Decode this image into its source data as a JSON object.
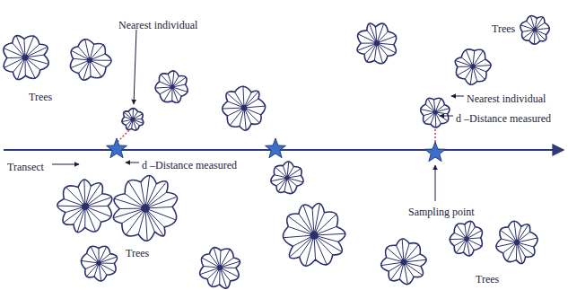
{
  "diagram": {
    "labels": [
      "Nearest individual",
      "Trees",
      "Trees",
      "d –Distance measured",
      "Transect",
      "Nearest individual",
      "d –Distance measured",
      "Sampling point",
      "Trees",
      "Trees"
    ]
  }
}
